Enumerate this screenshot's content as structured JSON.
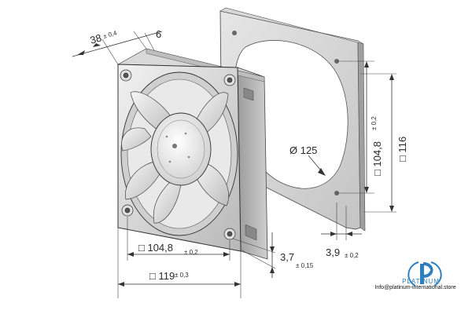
{
  "dimensions": {
    "depth": {
      "value": "38",
      "tol": "± 0,4"
    },
    "flange": {
      "value": "6"
    },
    "diameter": {
      "value": "Ø 125"
    },
    "gasket_square": {
      "value": "□ 104,8",
      "tol": "± 0,2"
    },
    "gasket_outer": {
      "value": "□ 116"
    },
    "fan_square": {
      "value": "□ 104,8",
      "tol": "± 0,2"
    },
    "fan_outer": {
      "value": "□ 119",
      "tol": "± 0,3"
    },
    "hole_offset": {
      "value": "3,7",
      "tol": "± 0,15"
    },
    "gasket_thickness": {
      "value": "3,9",
      "tol": "± 0,2"
    }
  },
  "brand": {
    "name": "PLATINUM",
    "url": "Info@platinum-international.store"
  },
  "colors": {
    "line": "#333333",
    "metal_light": "#e4e4e4",
    "metal_dark": "#9a9a9a",
    "brand_blue": "#2f7fc0"
  }
}
